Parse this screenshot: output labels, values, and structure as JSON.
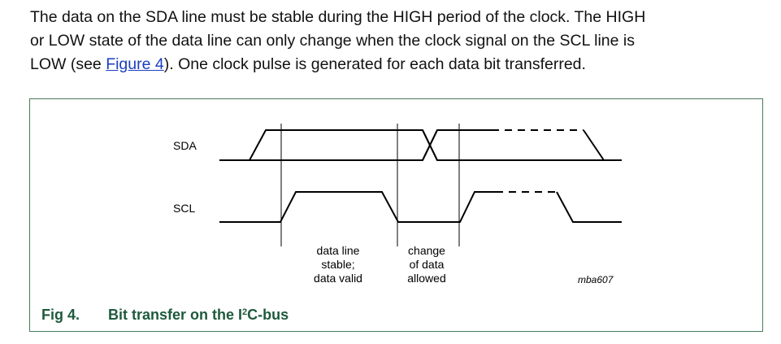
{
  "paragraph": {
    "line1": "The data on the SDA line must be stable during the HIGH period of the clock. The HIGH",
    "line2": "or LOW state of the data line can only change when the clock signal on the SCL line is",
    "line3_pre": "LOW (see ",
    "link": "Figure 4",
    "line3_post": "). One clock pulse is generated for each data bit transferred."
  },
  "figure": {
    "signals": {
      "sda": "SDA",
      "scl": "SCL"
    },
    "annotations": {
      "stable": [
        "data line",
        "stable;",
        "data valid"
      ],
      "change": [
        "change",
        "of data",
        "allowed"
      ]
    },
    "code": "mba607"
  },
  "caption": {
    "number": "Fig 4.",
    "title_pre": "Bit transfer on the I",
    "title_sup": "2",
    "title_post": "C-bus"
  },
  "colors": {
    "link": "#1a3fbf",
    "caption": "#1e5a3c",
    "border": "#4a7a5a"
  }
}
